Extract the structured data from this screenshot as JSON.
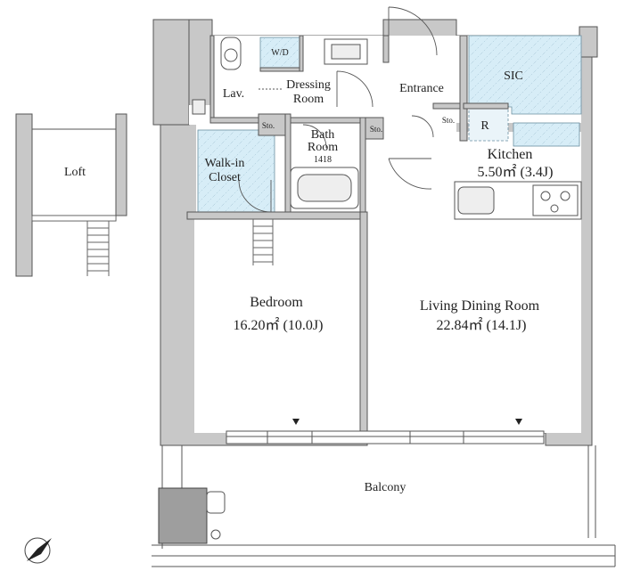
{
  "rooms": {
    "loft": "Loft",
    "lav": "Lav.",
    "wd": "W/D",
    "dressing_l1": "Dressing",
    "dressing_l2": "Room",
    "entrance": "Entrance",
    "sic": "SIC",
    "bath_l1": "Bath",
    "bath_l2": "Room",
    "bath_size": "1418",
    "sto": "Sto.",
    "refrigerator": "R",
    "kitchen": "Kitchen",
    "kitchen_area": "5.50㎡ (3.4J)",
    "walkin_l1": "Walk-in",
    "walkin_l2": "Closet",
    "bedroom": "Bedroom",
    "bedroom_area": "16.20㎡ (10.0J)",
    "ldr": "Living Dining Room",
    "ldr_area": "22.84㎡ (14.1J)",
    "balcony": "Balcony"
  },
  "colors": {
    "wall": "#c8c8c8",
    "wall_edge": "#555555",
    "wet_area": "#d7edf7",
    "line": "#333333"
  }
}
